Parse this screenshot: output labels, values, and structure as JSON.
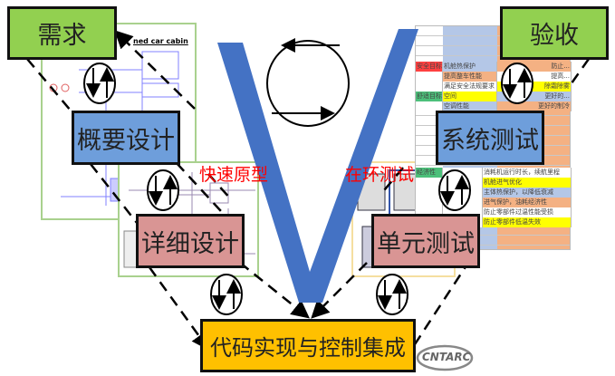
{
  "boxes": {
    "requirements": "需求",
    "preliminary_design": "概要设计",
    "detailed_design": "详细设计",
    "implementation": "代码实现与控制集成",
    "unit_test": "单元测试",
    "system_test": "系统测试",
    "acceptance": "验收"
  },
  "labels": {
    "rapid_prototype": "快速原型",
    "in_loop_test": "在环测试"
  },
  "left_diagram_title": "ned car cabin",
  "table_rows": [
    [
      "安全目标",
      "机舱热保护",
      "防止..."
    ],
    [
      "",
      "提高整车性能",
      "提高..."
    ],
    [
      "",
      "满足安全法规要求",
      "除霜除雾"
    ],
    [
      "舒适目标",
      "空间",
      "更好的..."
    ],
    [
      "",
      "空调性能",
      "更好的制冷"
    ],
    [
      "经济性",
      "",
      "消耗机运行时长，续航里程"
    ],
    [
      "",
      "",
      "机舱进气优化"
    ],
    [
      "",
      "",
      "主体热保护，以降低衰减"
    ],
    [
      "",
      "",
      "进气保护，油耗经济性"
    ],
    [
      "",
      "",
      "防止零部件过温性能受损"
    ],
    [
      "",
      "",
      "防止零部件低温失效"
    ]
  ],
  "logo_text": "CNTARC",
  "colors": {
    "green": "#92d050",
    "blue": "#6e9edb",
    "pink": "#d99594",
    "gold": "#ffc000",
    "v_blue": "#4472c4",
    "red_label": "#ff0000"
  }
}
